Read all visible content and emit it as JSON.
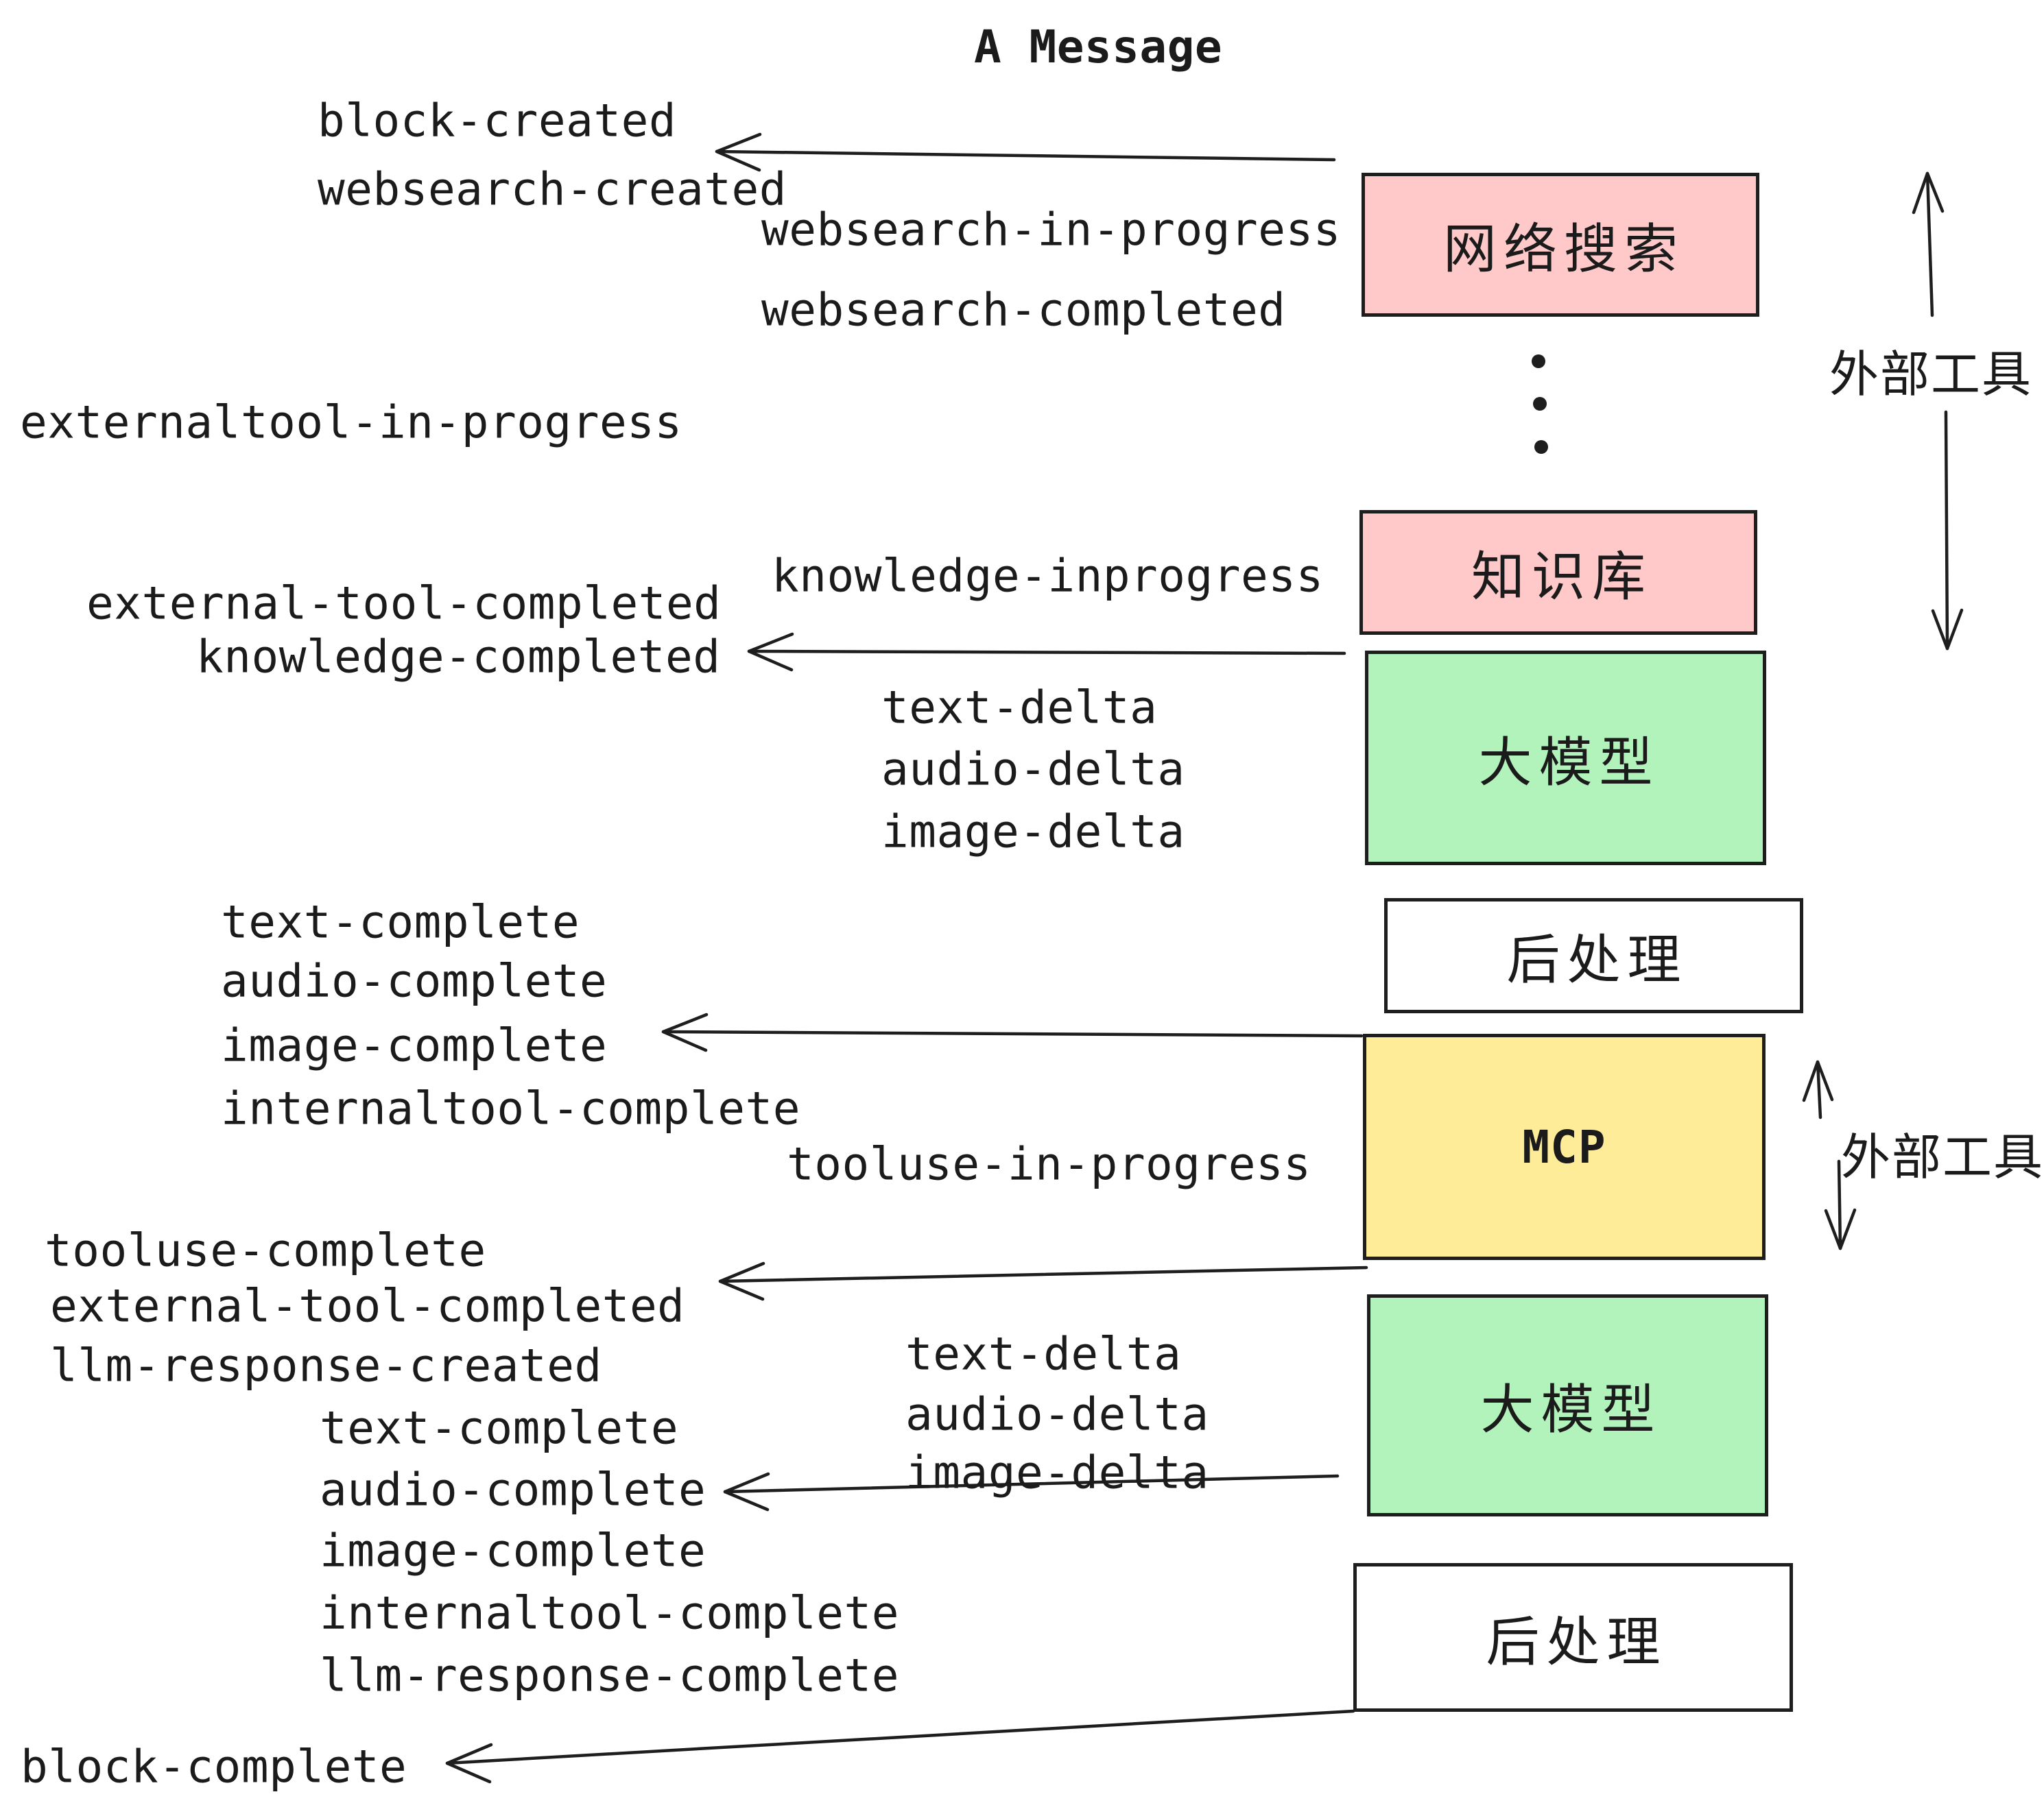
{
  "title": "A Message",
  "nodes": {
    "websearch": {
      "label": "网络搜索"
    },
    "knowledge": {
      "label": "知识库"
    },
    "llm_1": {
      "label": "大模型"
    },
    "post_1": {
      "label": "后处理"
    },
    "mcp": {
      "label": "MCP"
    },
    "llm_2": {
      "label": "大模型"
    },
    "post_2": {
      "label": "后处理"
    }
  },
  "side_labels": {
    "external_tools_top": "外部工具",
    "external_tools_mid": "外部工具"
  },
  "events": {
    "block_created": "block-created",
    "websearch_created": "websearch-created",
    "websearch_in_progress": "websearch-in-progress",
    "websearch_completed": "websearch-completed",
    "externaltool_in_progress": "externaltool-in-progress",
    "knowledge_inprogress": "knowledge-inprogress",
    "external_tool_completed_1": "external-tool-completed",
    "knowledge_completed": "knowledge-completed",
    "text_delta_1": "text-delta",
    "audio_delta_1": "audio-delta",
    "image_delta_1": "image-delta",
    "text_complete_1": "text-complete",
    "audio_complete_1": "audio-complete",
    "image_complete_1": "image-complete",
    "internaltool_complete_1": "internaltool-complete",
    "tooluse_in_progress": "tooluse-in-progress",
    "tooluse_complete": "tooluse-complete",
    "external_tool_completed_2": "external-tool-completed",
    "llm_response_created": "llm-response-created",
    "text_delta_2": "text-delta",
    "audio_delta_2": "audio-delta",
    "image_delta_2": "image-delta",
    "text_complete_2": "text-complete",
    "audio_complete_2": "audio-complete",
    "image_complete_2": "image-complete",
    "internaltool_complete_2": "internaltool-complete",
    "llm_response_complete": "llm-response-complete",
    "block_complete": "block-complete"
  },
  "colors": {
    "pink": "#ffc9c9",
    "green": "#b2f2bb",
    "yellow": "#ffec99",
    "white": "#ffffff",
    "stroke": "#1e1e1e",
    "text": "#1b1b1b"
  }
}
